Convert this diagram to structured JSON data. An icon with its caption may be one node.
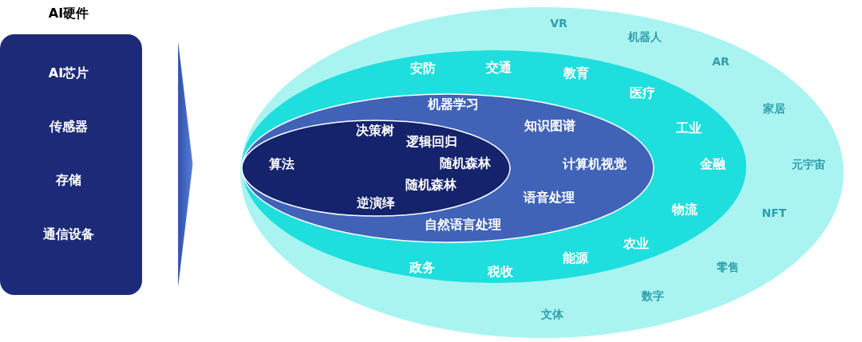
{
  "diagram": {
    "nodes": [
      {
        "text": [
          "AI硬件",
          "AI芯片",
          "传感器",
          "存储",
          "通信设备"
        ]
      },
      {
        "text": [
          "VR",
          "机器人",
          "AR",
          "家居",
          "元宇宙",
          "NFT",
          "零售",
          "数字",
          "文体"
        ]
      },
      {
        "text": [
          "安防",
          "交通",
          "教育",
          "医疗",
          "工业",
          "金融",
          "物流",
          "农业",
          "能源",
          "税收",
          "政务"
        ],
        "in": 1
      },
      {
        "text": [
          "机器学习",
          "知识图谱",
          "计算机视觉",
          "语音处理",
          "自然语言处理"
        ],
        "in": 2
      },
      {
        "text": [
          "算法",
          "决策树",
          "逻辑回归",
          "随机森林",
          "随机森林",
          "逆演绎"
        ],
        "in": 3
      }
    ],
    "edges": [
      {
        "from": 0,
        "to": 1,
        "arrow": "to"
      }
    ]
  }
}
